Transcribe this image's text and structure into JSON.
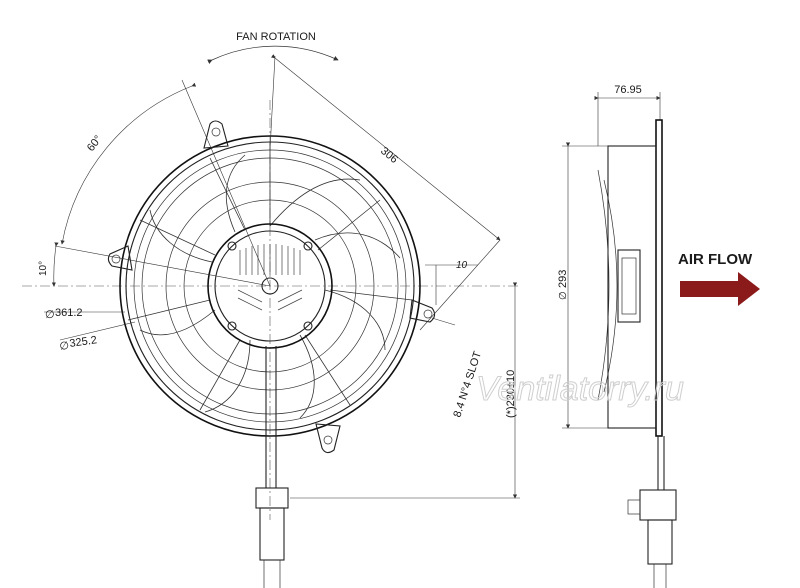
{
  "labels": {
    "fan_rotation": "FAN ROTATION",
    "dia_306": "306",
    "angle_60": "60°",
    "angle_10a": "10°",
    "dim_10": "10",
    "dia_361": "361.2",
    "dia_325": "325.2",
    "slot": "8.4 N°4 SLOT",
    "dim_230": "(*)230±10",
    "depth": "76.95",
    "dia_293": "293",
    "air_flow": "AIR FLOW",
    "watermark": "Ventilatorry.ru"
  },
  "colors": {
    "arrow": "#8b1a1a",
    "line": "#222222",
    "watermark": "#cfcfcf"
  }
}
